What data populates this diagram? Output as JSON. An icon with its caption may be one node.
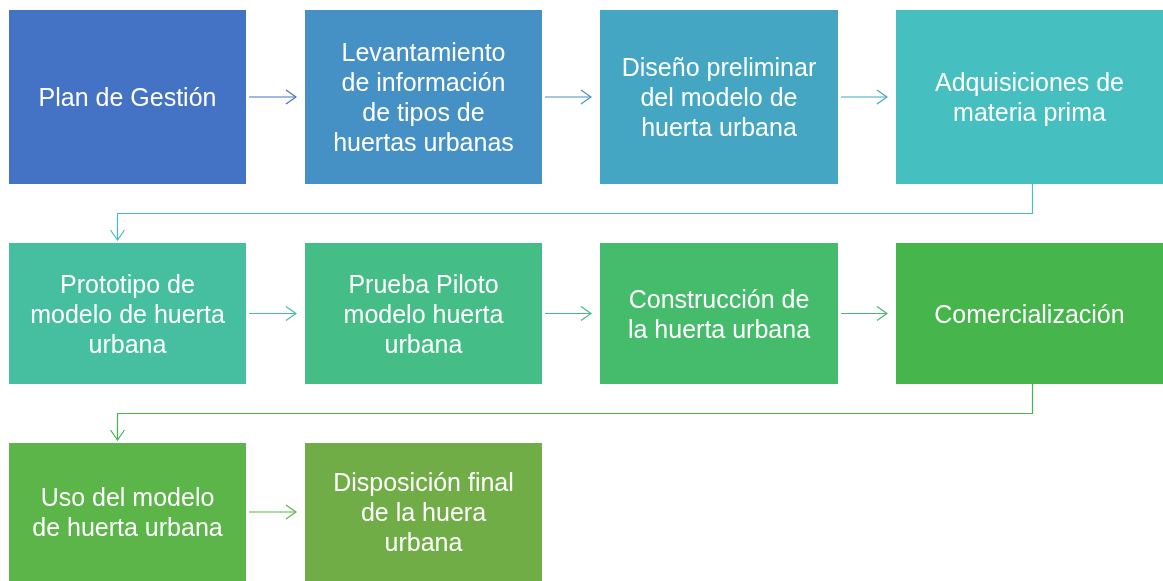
{
  "diagram": {
    "nodes": [
      {
        "text": [
          "Plan de Gestión"
        ]
      },
      {
        "text": [
          "Levantamiento de información de tipos de huertas urbanas"
        ]
      },
      {
        "text": [
          "Diseño preliminar del modelo de huerta urbana"
        ]
      },
      {
        "text": [
          "Adquisiciones de materia prima"
        ]
      },
      {
        "text": [
          "Prototipo de modelo de huerta urbana"
        ]
      },
      {
        "text": [
          "Prueba Piloto modelo huerta urbana"
        ]
      },
      {
        "text": [
          "Construcción de la huerta urbana"
        ]
      },
      {
        "text": [
          "Comercialización"
        ]
      },
      {
        "text": [
          "Uso del modelo de huerta urbana"
        ]
      },
      {
        "text": [
          "Disposición final de la huera urbana"
        ]
      }
    ],
    "edges": [
      {
        "from": 0,
        "to": 1,
        "arrow": "to",
        "color": "#4472c4"
      },
      {
        "from": 1,
        "to": 2,
        "arrow": "to",
        "color": "#4590c4"
      },
      {
        "from": 2,
        "to": 3,
        "arrow": "to",
        "color": "#44a6c3"
      },
      {
        "from": 3,
        "to": 4,
        "arrow": "to",
        "color": "#45bfc0"
      },
      {
        "from": 4,
        "to": 5,
        "arrow": "to",
        "color": "#45bf9f"
      },
      {
        "from": 5,
        "to": 6,
        "arrow": "to",
        "color": "#45bd87"
      },
      {
        "from": 6,
        "to": 7,
        "arrow": "to",
        "color": "#45bb6c"
      },
      {
        "from": 7,
        "to": 8,
        "arrow": "to",
        "color": "#46b54c"
      },
      {
        "from": 8,
        "to": 9,
        "arrow": "to",
        "color": "#5bb548"
      }
    ]
  }
}
